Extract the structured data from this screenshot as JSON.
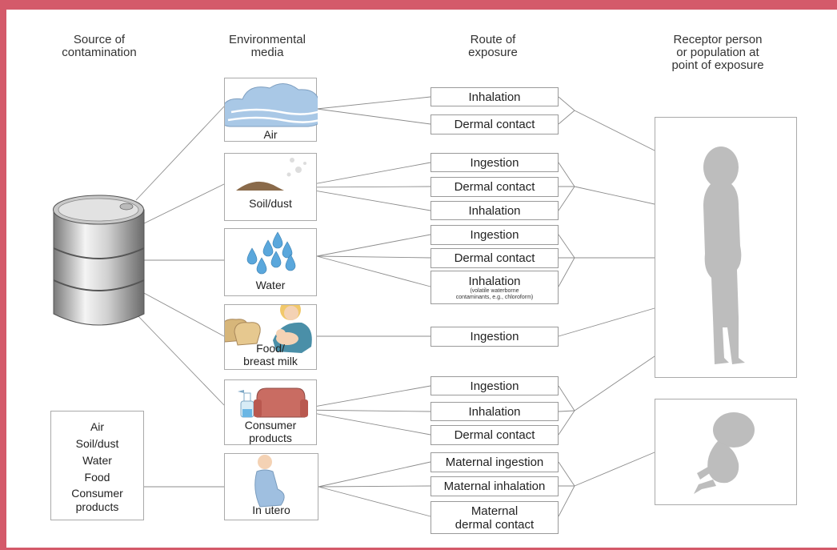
{
  "headers": {
    "source": "Source of\ncontamination",
    "media": "Environmental\nmedia",
    "route": "Route of\nexposure",
    "receptor": "Receptor person\nor population at\npoint of exposure"
  },
  "media": [
    {
      "label": "Air",
      "icon": "cloud-icon"
    },
    {
      "label": "Soil/dust",
      "icon": "soil-icon"
    },
    {
      "label": "Water",
      "icon": "water-drops-icon"
    },
    {
      "label": "Food/\nbreast milk",
      "icon": "food-breastfeeding-icon"
    },
    {
      "label": "Consumer\nproducts",
      "icon": "spray-sofa-icon"
    },
    {
      "label": "In utero",
      "icon": "pregnant-woman-icon"
    }
  ],
  "routes": [
    {
      "label": "Inhalation"
    },
    {
      "label": "Dermal contact"
    },
    {
      "label": "Ingestion"
    },
    {
      "label": "Dermal contact"
    },
    {
      "label": "Inhalation"
    },
    {
      "label": "Ingestion"
    },
    {
      "label": "Dermal contact"
    },
    {
      "label": "Inhalation",
      "note": "(volatile waterborne\ncontaminants, e.g., chloroform)"
    },
    {
      "label": "Ingestion"
    },
    {
      "label": "Ingestion"
    },
    {
      "label": "Inhalation"
    },
    {
      "label": "Dermal contact"
    },
    {
      "label": "Maternal ingestion"
    },
    {
      "label": "Maternal inhalation"
    },
    {
      "label": "Maternal\ndermal contact"
    }
  ],
  "source_list": [
    "Air",
    "Soil/dust",
    "Water",
    "Food",
    "Consumer",
    "products"
  ],
  "source_icon": "barrel-icon",
  "receptors": [
    {
      "icon": "child-silhouette-icon"
    },
    {
      "icon": "fetus-silhouette-icon"
    }
  ],
  "colors": {
    "frame": "#d45a6a",
    "silhouette": "#bdbdbd",
    "cloud": "#a9c8e6",
    "water": "#5aa7dc",
    "soil": "#8a6a4a"
  }
}
